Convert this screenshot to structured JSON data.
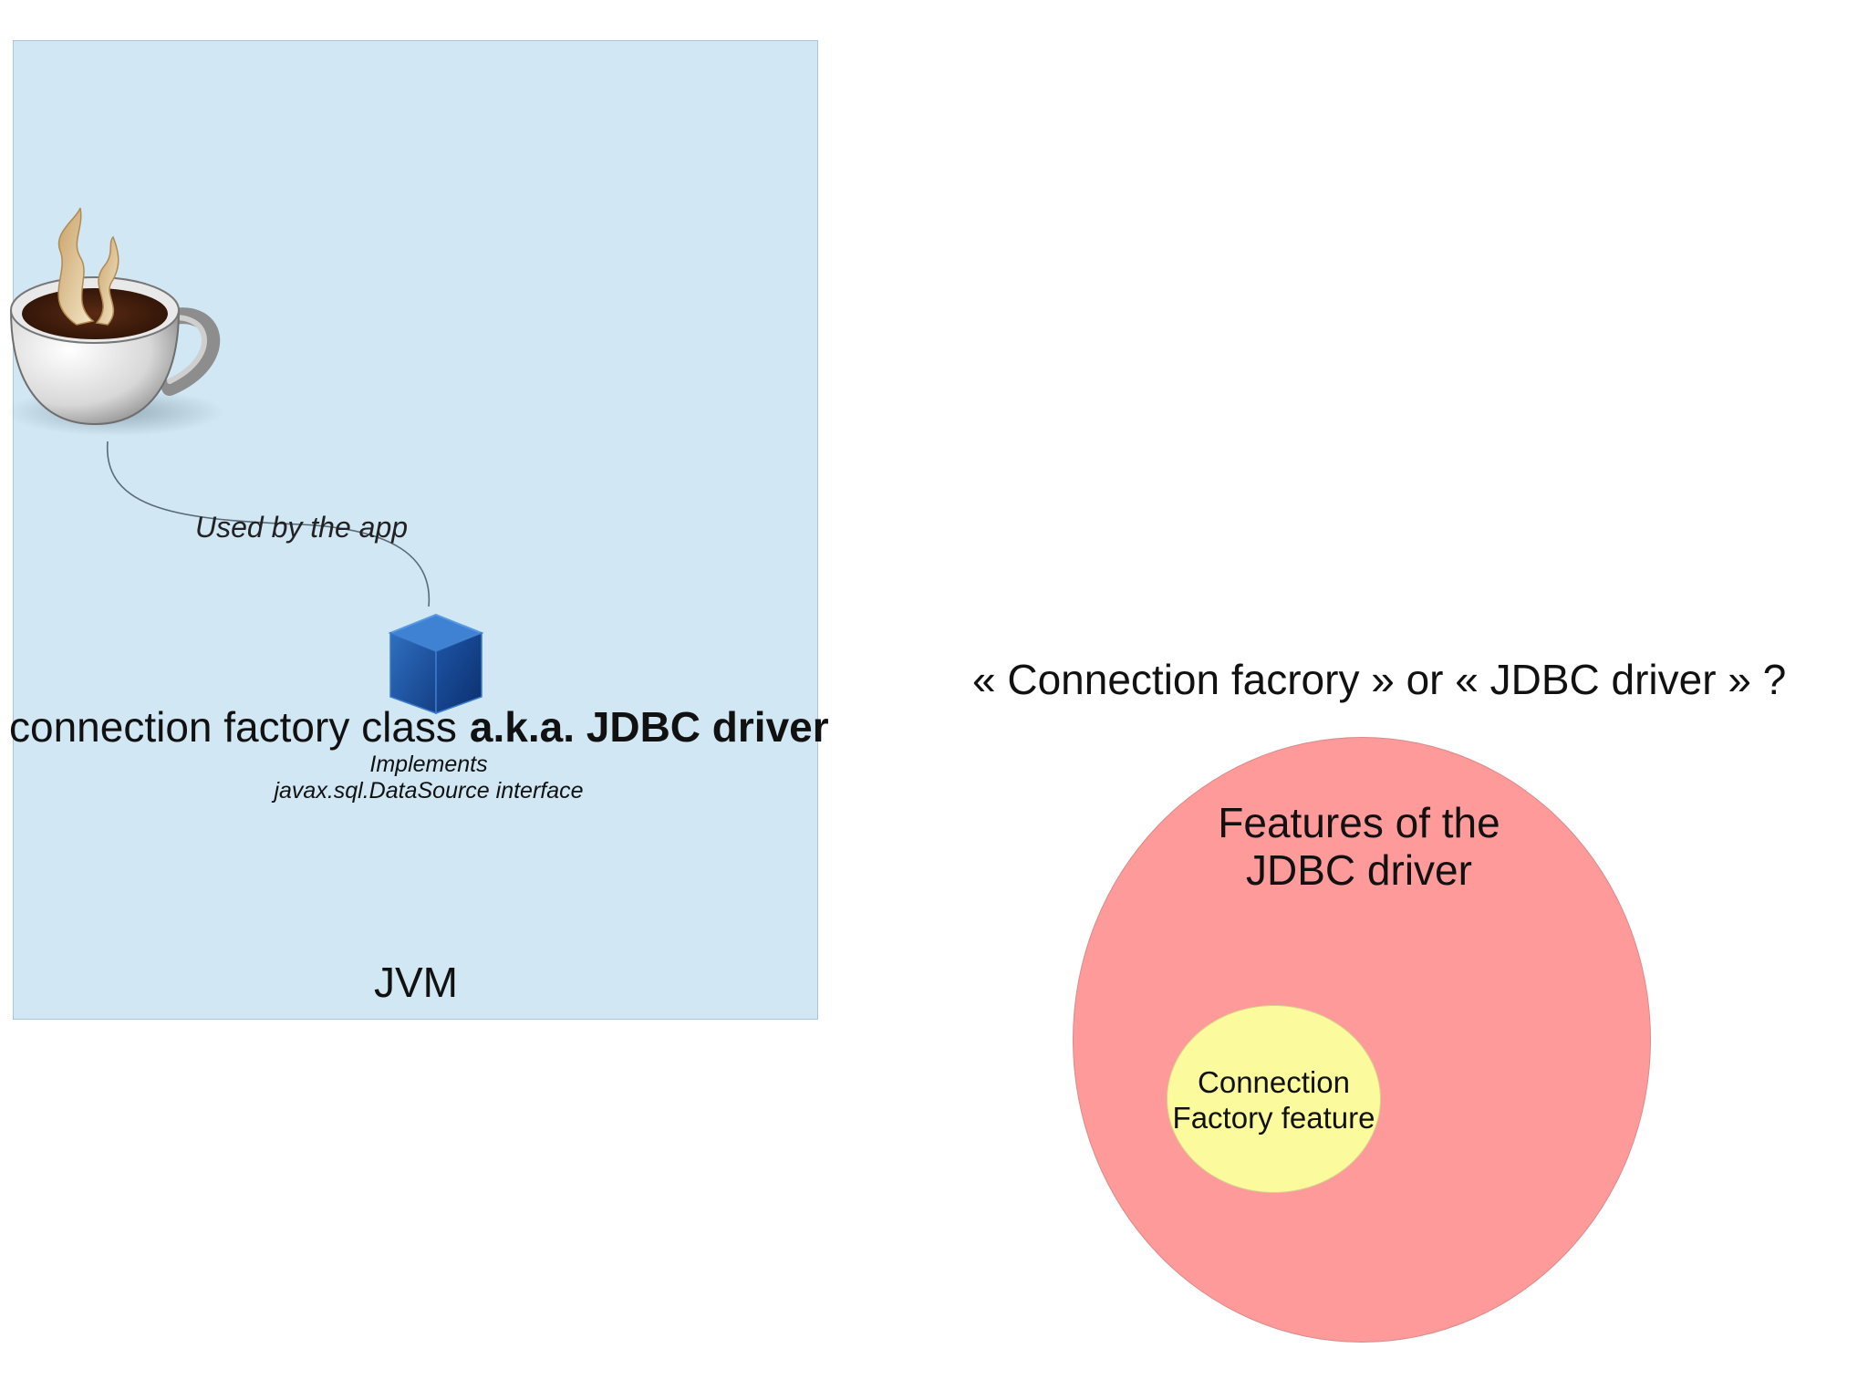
{
  "diagram": {
    "jvm_box": {
      "label": "JVM",
      "fill_color": "#d1e7f4"
    },
    "app_icon": "coffee-cup-icon",
    "connector_label": "Used by the app",
    "class_icon": "blue-cube-icon",
    "factory_label": {
      "main": "connection factory class",
      "aka": "a.k.a. JDBC driver"
    },
    "implements": {
      "line1": "Implements",
      "line2": "javax.sql.DataSource interface"
    },
    "question": "« Connection facrory » or « JDBC driver » ?",
    "outer_circle": {
      "line1": "Features of the",
      "line2": "JDBC driver",
      "fill_color": "#fe9a9a"
    },
    "inner_circle": {
      "line1": "Connection",
      "line2": "Factory feature",
      "fill_color": "#fbfb9e"
    }
  }
}
